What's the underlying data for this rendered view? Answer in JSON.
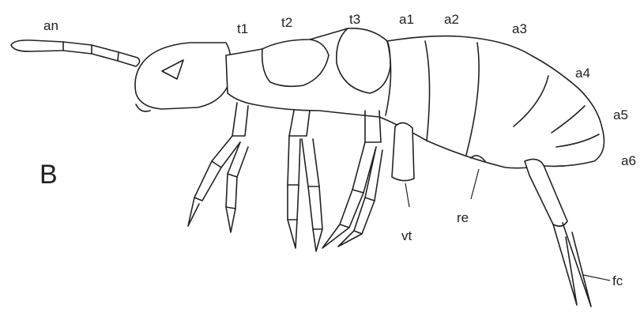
{
  "panel_letter": "B",
  "labels": {
    "an": "an",
    "t1": "t1",
    "t2": "t2",
    "t3": "t3",
    "a1": "a1",
    "a2": "a2",
    "a3": "a3",
    "a4": "a4",
    "a5": "a5",
    "a6": "a6",
    "vt": "vt",
    "re": "re",
    "fc": "fc"
  },
  "colors": {
    "line": "#222222",
    "background": "#ffffff"
  }
}
